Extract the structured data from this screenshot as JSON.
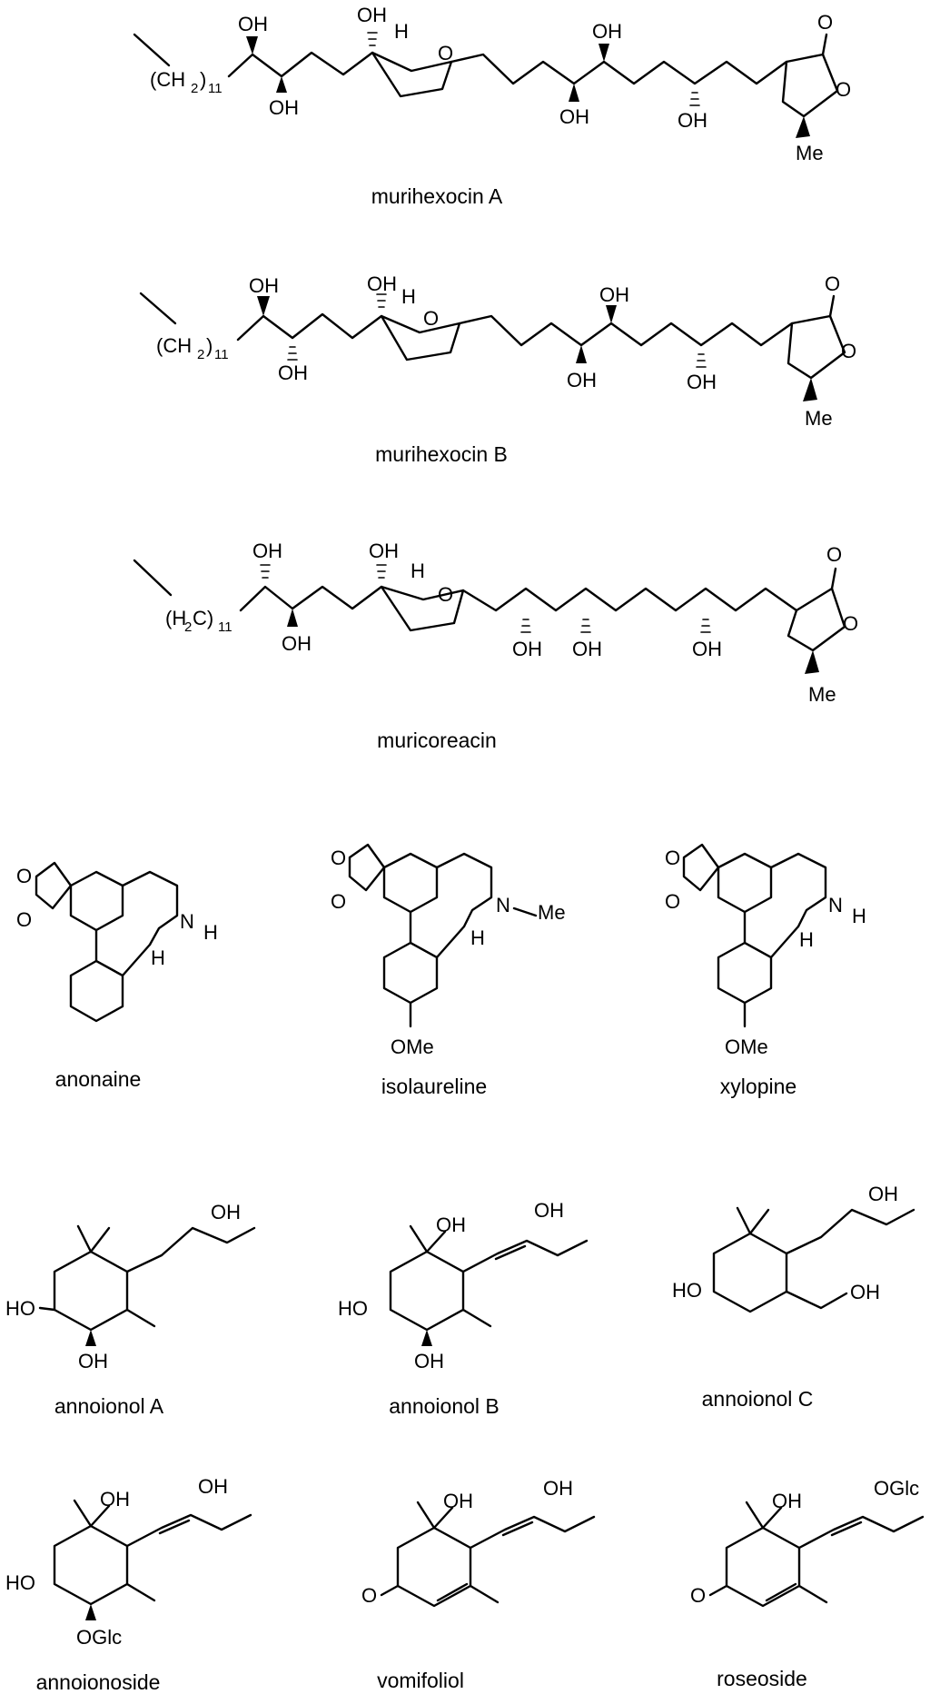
{
  "compounds": [
    {
      "name": "murihexocin A"
    },
    {
      "name": "murihexocin B"
    },
    {
      "name": "muricoreacin"
    },
    {
      "name": "anonaine"
    },
    {
      "name": "isolaureline"
    },
    {
      "name": "xylopine"
    },
    {
      "name": "annoionol A"
    },
    {
      "name": "annoionol B"
    },
    {
      "name": "annoionol C"
    },
    {
      "name": "annoionoside"
    },
    {
      "name": "vomifoliol"
    },
    {
      "name": "roseoside"
    }
  ],
  "atoms": {
    "oh": "OH",
    "ho": "HO",
    "o": "O",
    "h": "H",
    "me": "Me",
    "ome": "OMe",
    "n": "N",
    "oglc": "OGlc",
    "ch2": "(CH",
    "h2c": "(H",
    "c_paren": "C)",
    "close": ")",
    "two": "2",
    "eleven": "11"
  }
}
